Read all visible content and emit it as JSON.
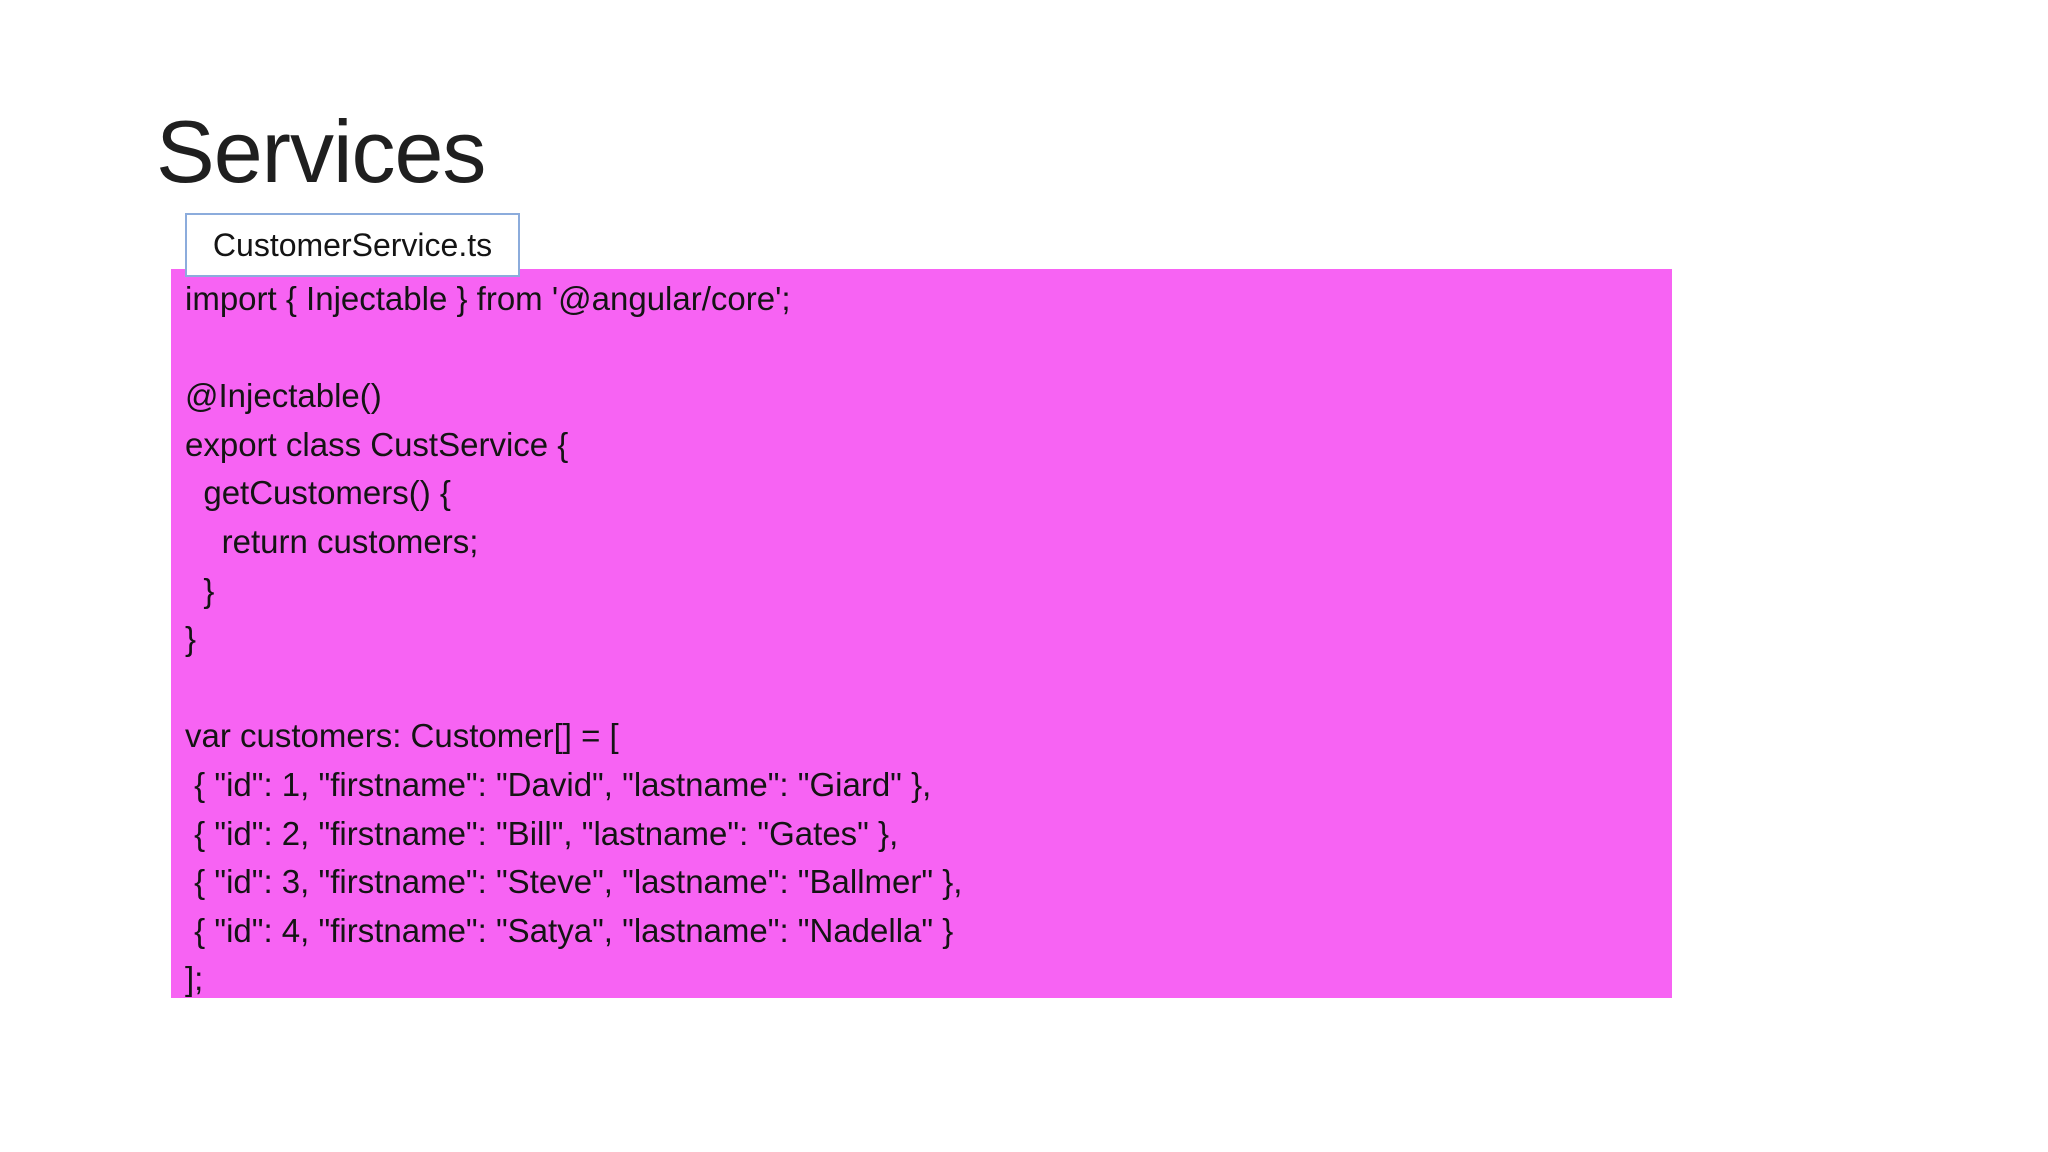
{
  "slide": {
    "title": "Services"
  },
  "file_label": {
    "text": "CustomerService.ts"
  },
  "colors": {
    "code_background": "#f763f3",
    "label_border": "#8cacdc",
    "text": "#141414",
    "slide_background": "#ffffff"
  },
  "code": {
    "language": "typescript",
    "lines": [
      "import { Injectable } from '@angular/core';",
      "",
      "@Injectable()",
      "export class CustService {",
      "  getCustomers() {",
      "    return customers;",
      "  }",
      "}",
      "",
      "var customers: Customer[] = [",
      " { \"id\": 1, \"firstname\": \"David\", \"lastname\": \"Giard\" },",
      " { \"id\": 2, \"firstname\": \"Bill\", \"lastname\": \"Gates\" },",
      " { \"id\": 3, \"firstname\": \"Steve\", \"lastname\": \"Ballmer\" },",
      " { \"id\": 4, \"firstname\": \"Satya\", \"lastname\": \"Nadella\" }",
      "];"
    ]
  }
}
